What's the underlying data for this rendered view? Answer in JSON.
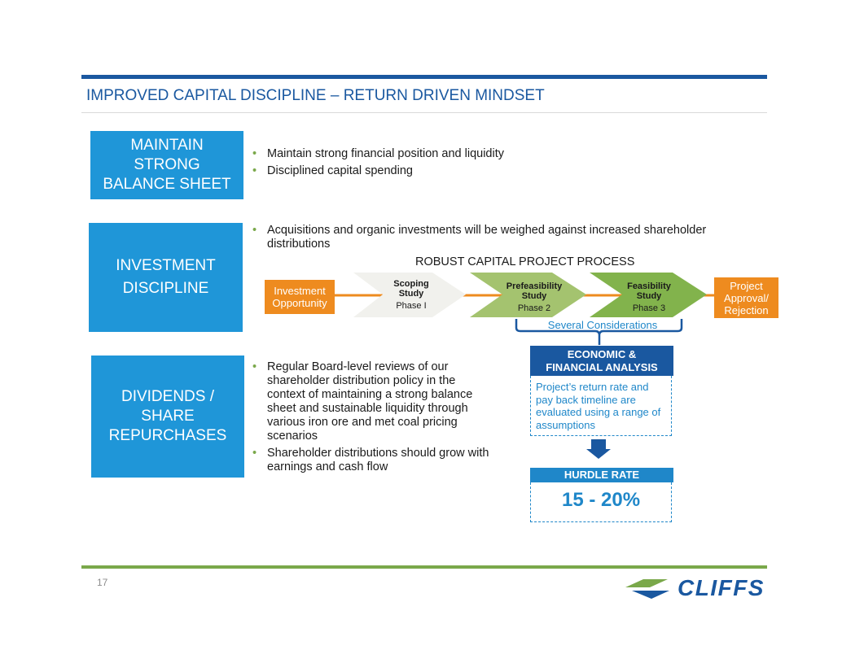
{
  "header": {
    "title": "IMPROVED CAPITAL DISCIPLINE – RETURN DRIVEN MINDSET"
  },
  "sections": {
    "balance_sheet": {
      "label_lines": [
        "MAINTAIN",
        "STRONG",
        "BALANCE SHEET"
      ],
      "bullets": [
        "Maintain strong financial position and liquidity",
        "Disciplined capital spending"
      ]
    },
    "investment": {
      "label_lines": [
        "INVESTMENT",
        "DISCIPLINE"
      ],
      "bullets": [
        "Acquisitions and organic investments will be weighed against increased shareholder distributions"
      ]
    },
    "dividends": {
      "label_lines": [
        "DIVIDENDS /",
        "SHARE",
        "REPURCHASES"
      ],
      "bullets": [
        "Regular Board-level reviews of our shareholder distribution policy in the context of maintaining a strong balance sheet and sustainable liquidity through various iron ore and met coal pricing scenarios",
        "Shareholder distributions should grow with earnings and cash flow"
      ]
    }
  },
  "process": {
    "title": "ROBUST CAPITAL PROJECT PROCESS",
    "start_label_lines": [
      "Investment",
      "Opportunity"
    ],
    "end_label_lines": [
      "Project",
      "Approval/",
      "Rejection"
    ],
    "stages": [
      {
        "name_lines": [
          "Scoping",
          "Study"
        ],
        "phase": "Phase I"
      },
      {
        "name_lines": [
          "Prefeasibility",
          "Study"
        ],
        "phase": "Phase 2"
      },
      {
        "name_lines": [
          "Feasibility",
          "Study"
        ],
        "phase": "Phase 3"
      }
    ],
    "considerations": "Several Considerations"
  },
  "economic": {
    "header_lines": [
      "ECONOMIC &",
      "FINANCIAL ANALYSIS"
    ],
    "body": "Project’s return rate and pay back timeline are evaluated using a range of assumptions"
  },
  "hurdle": {
    "header": "HURDLE RATE",
    "value": "15 - 20%"
  },
  "footer": {
    "page_number": "17",
    "logo_text": "CLIFFS"
  },
  "colors": {
    "brand_blue": "#1a58a0",
    "box_blue": "#1f96d8",
    "accent_blue": "#1f87c9",
    "orange": "#ee8b1f",
    "green": "#7aa84a"
  }
}
